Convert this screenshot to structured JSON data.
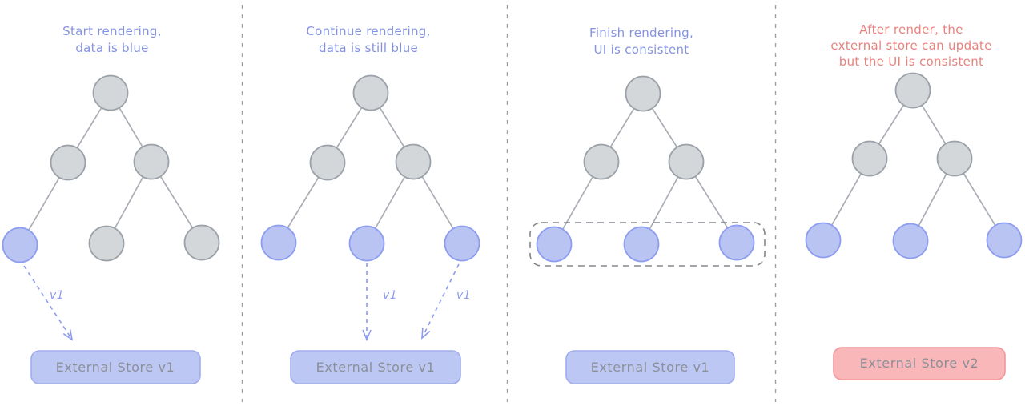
{
  "colors": {
    "background": "#ffffff",
    "node_gray_fill": "#d3d7da",
    "node_gray_stroke": "#9ba1a8",
    "node_blue_fill": "#b9c4f3",
    "node_blue_stroke": "#8d9df0",
    "edge_gray": "#a9aeb4",
    "separator_gray": "#9aa0a6",
    "title_blue": "#8492e2",
    "title_red": "#e8837f",
    "arrow_blue": "#8d9bef",
    "store_blue_fill": "#bdc7f3",
    "store_blue_stroke": "#9fadf0",
    "store_red_fill": "#f9b7b9",
    "store_red_stroke": "#f0989b",
    "store_label_gray": "#8b8f98",
    "outline_gray": "#83878d"
  },
  "panels": [
    {
      "title_lines": [
        "Start rendering,",
        "data is blue"
      ],
      "store_label": "External Store v1",
      "arrow_labels": [
        "v1"
      ]
    },
    {
      "title_lines": [
        "Continue rendering,",
        "data is still blue"
      ],
      "store_label": "External Store v1",
      "arrow_labels": [
        "v1",
        "v1"
      ]
    },
    {
      "title_lines": [
        "Finish rendering,",
        "UI is consistent"
      ],
      "store_label": "External Store v1",
      "arrow_labels": []
    },
    {
      "title_lines": [
        "After render, the",
        "external store can update",
        "but the UI is consistent"
      ],
      "store_label": "External Store v2",
      "arrow_labels": []
    }
  ]
}
